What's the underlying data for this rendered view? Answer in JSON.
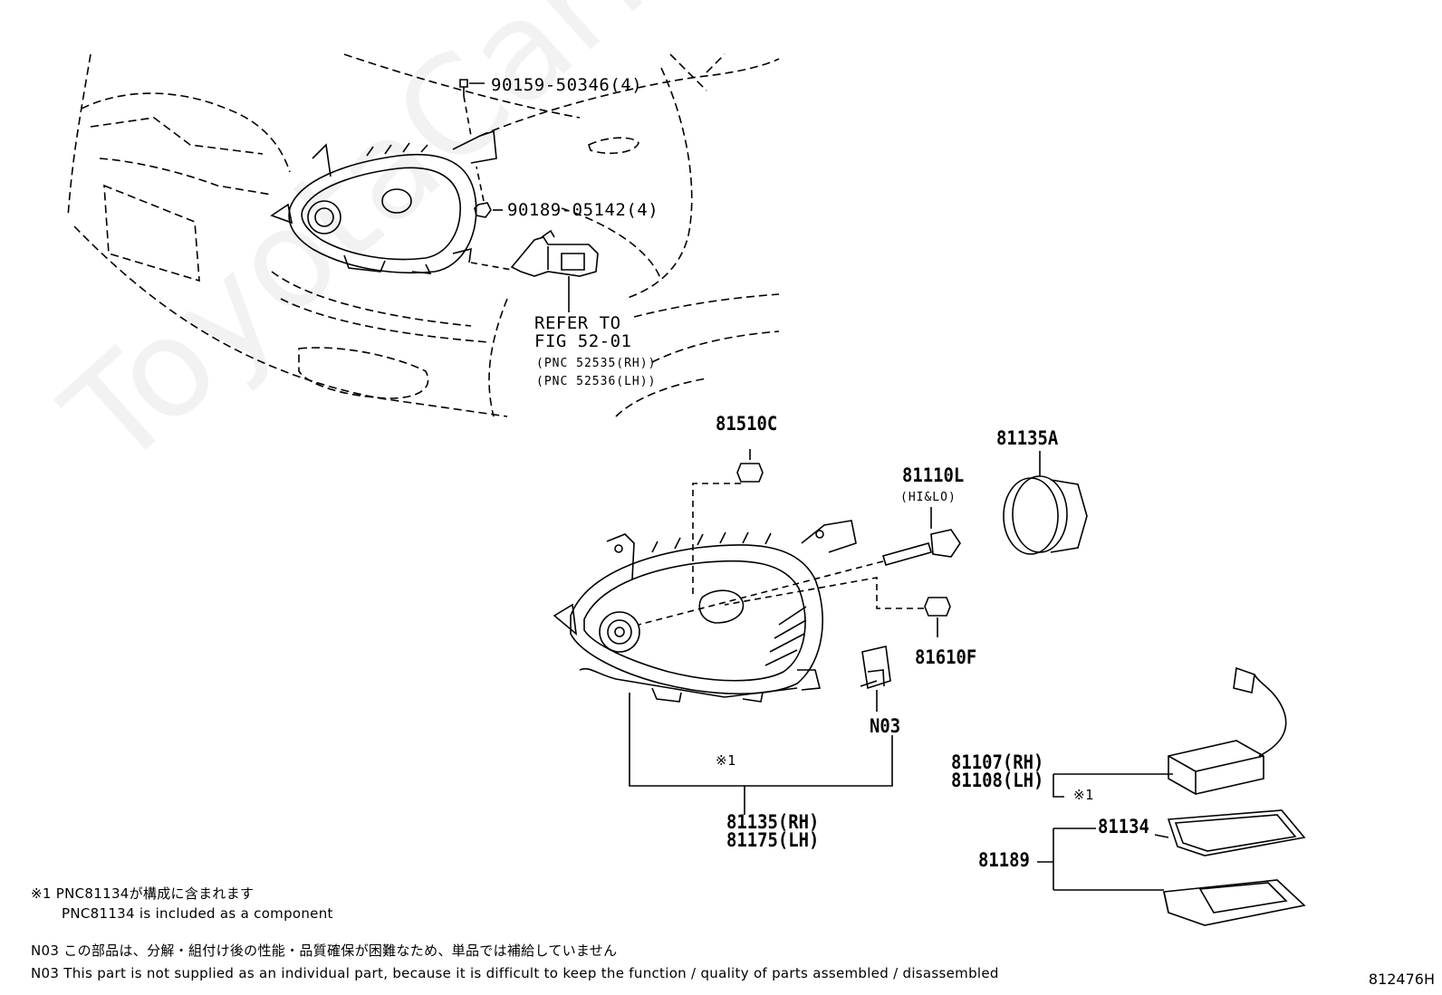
{
  "callouts": {
    "bolt": "90159-50346(4)",
    "nut": "90189-05142(4)",
    "refer_1": "REFER TO",
    "refer_2": "FIG 52-01",
    "refer_3": "(PNC 52535(RH))",
    "refer_4": "(PNC 52536(LH))",
    "p81510c": "81510C",
    "p81135a": "81135A",
    "p81110l": "81110L",
    "p81110l_sub": "(HI&LO)",
    "p81610f": "81610F",
    "n03": "N03",
    "mark1_a": "※1",
    "p81135": "81135(RH)",
    "p81175": "81175(LH)",
    "p81107": "81107(RH)",
    "p81108": "81108(LH)",
    "mark1_b": "※1",
    "p81134": "81134",
    "p81189": "81189"
  },
  "notes": {
    "n1_jp": "※1 PNC81134が構成に含まれます",
    "n1_en": "PNC81134 is included as a component",
    "n2_jp": "N03 この部品は、分解・組付け後の性能・品質確保が困難なため、単品では補給していません",
    "n2_en": "N03 This part is not supplied as an individual part, because it is difficult to keep the function / quality of parts assembled / disassembled"
  },
  "illustration_code": "812476H",
  "watermark": "ToyotaCarMine.ru"
}
